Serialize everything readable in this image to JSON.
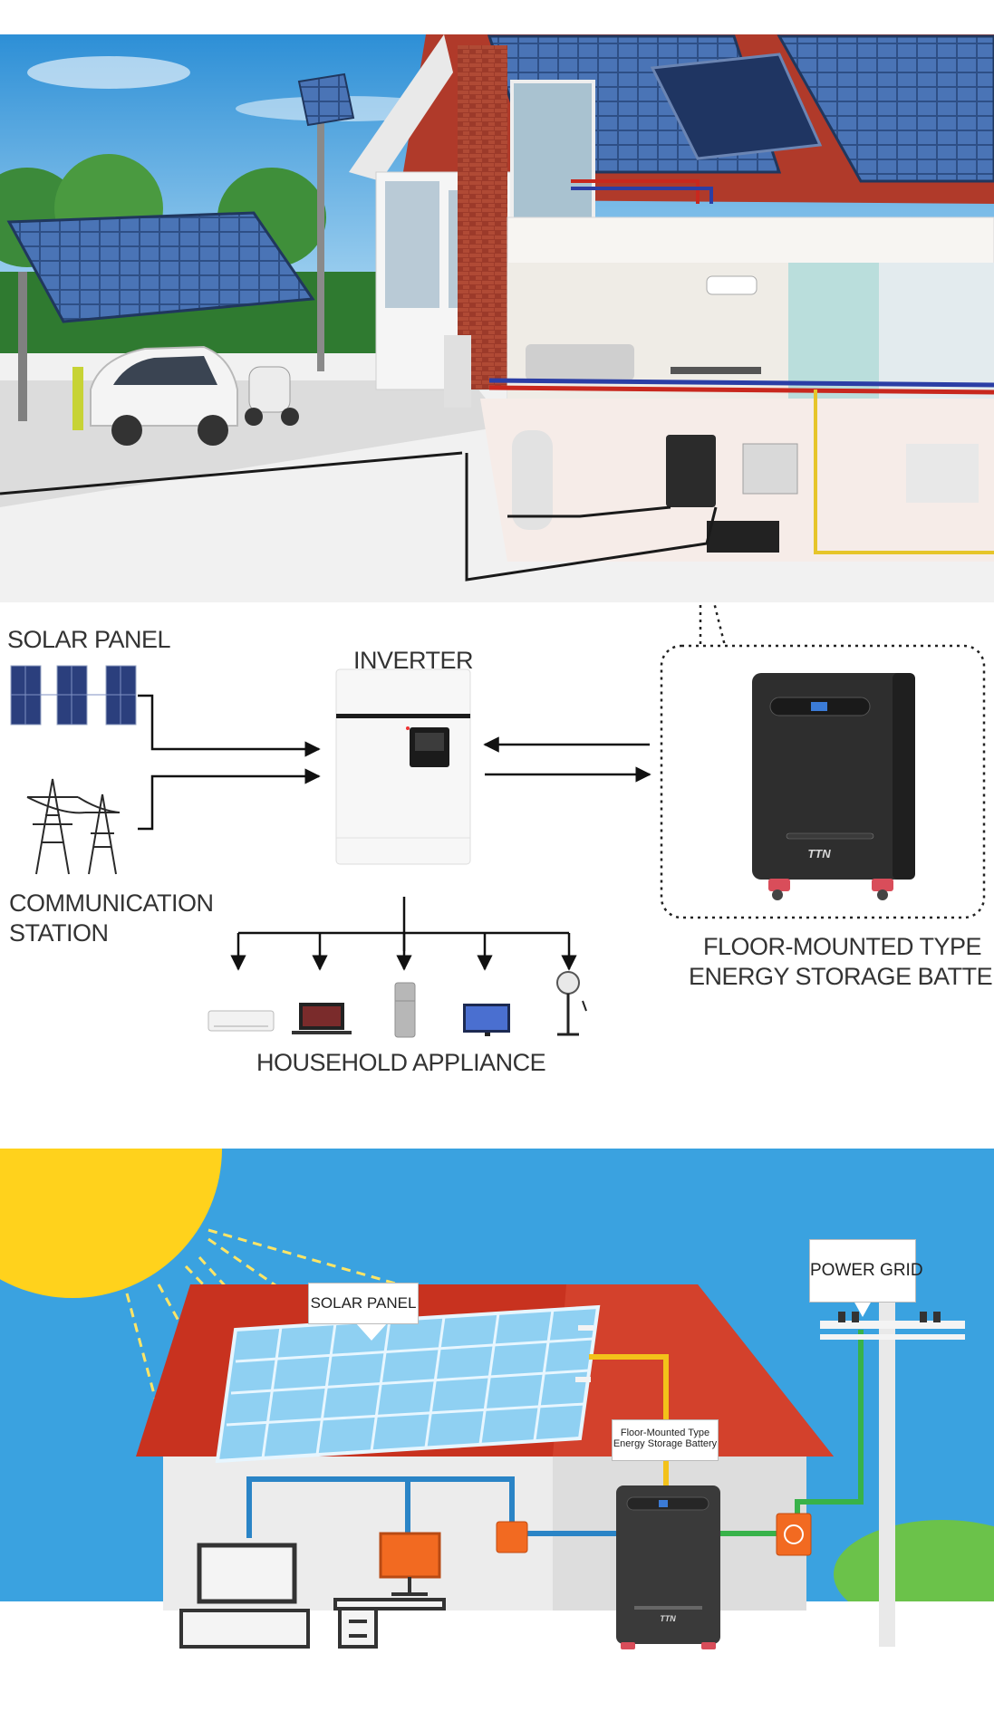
{
  "diagram": {
    "solar_panel_label": "SOLAR PANEL",
    "inverter_label": "INVERTER",
    "station_label_line1": "COMMUNICATION",
    "station_label_line2": "STATION",
    "battery_label_line1": "FLOOR-MOUNTED TYPE",
    "battery_label_line2": "ENERGY STORAGE BATTERY",
    "appliances_label": "HOUSEHOLD APPLIANCE",
    "appliances": [
      "air-conditioner",
      "laptop",
      "refrigerator",
      "television",
      "fan"
    ]
  },
  "bottom_scene": {
    "solar_panel_callout": "SOLAR PANEL",
    "power_grid_callout": "POWER GRID",
    "battery_callout_line1": "Floor-Mounted Type",
    "battery_callout_line2": "Energy Storage Battery"
  },
  "colors": {
    "sky": "#3aa2e0",
    "roof_red": "#c8321f",
    "wall": "#e8e8e8",
    "battery": "#2b2b2b",
    "sun": "#ffd21c",
    "wire_blue": "#2a84c6",
    "wire_green": "#38b24a",
    "wire_yellow": "#f3c21a",
    "meter_orange": "#f26a21"
  }
}
